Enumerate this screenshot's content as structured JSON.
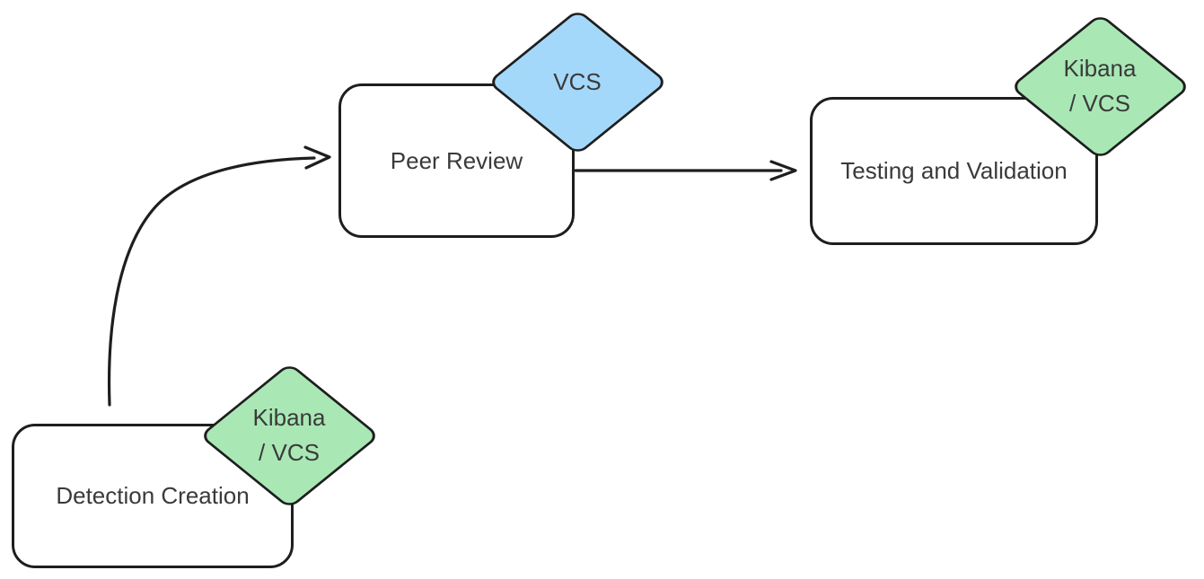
{
  "canvas": {
    "background": "#ffffff",
    "stroke_color": "#1e1e1e",
    "text_color": "#3a3a3a"
  },
  "nodes": [
    {
      "id": "detection-creation",
      "label": "Detection Creation",
      "badge": {
        "label": "Kibana / VCS",
        "line1": "Kibana",
        "line2": "/ VCS",
        "color": "#a9e8b5"
      }
    },
    {
      "id": "peer-review",
      "label": "Peer Review",
      "badge": {
        "label": "VCS",
        "line1": "VCS",
        "line2": "",
        "color": "#a4d8fa"
      }
    },
    {
      "id": "testing-and-validation",
      "label": "Testing and Validation",
      "badge": {
        "label": "Kibana / VCS",
        "line1": "Kibana",
        "line2": "/ VCS",
        "color": "#a9e8b5"
      }
    }
  ],
  "edges": [
    {
      "from": "detection-creation",
      "to": "peer-review",
      "style": "curved-arrow"
    },
    {
      "from": "peer-review",
      "to": "testing-and-validation",
      "style": "straight-arrow"
    }
  ]
}
